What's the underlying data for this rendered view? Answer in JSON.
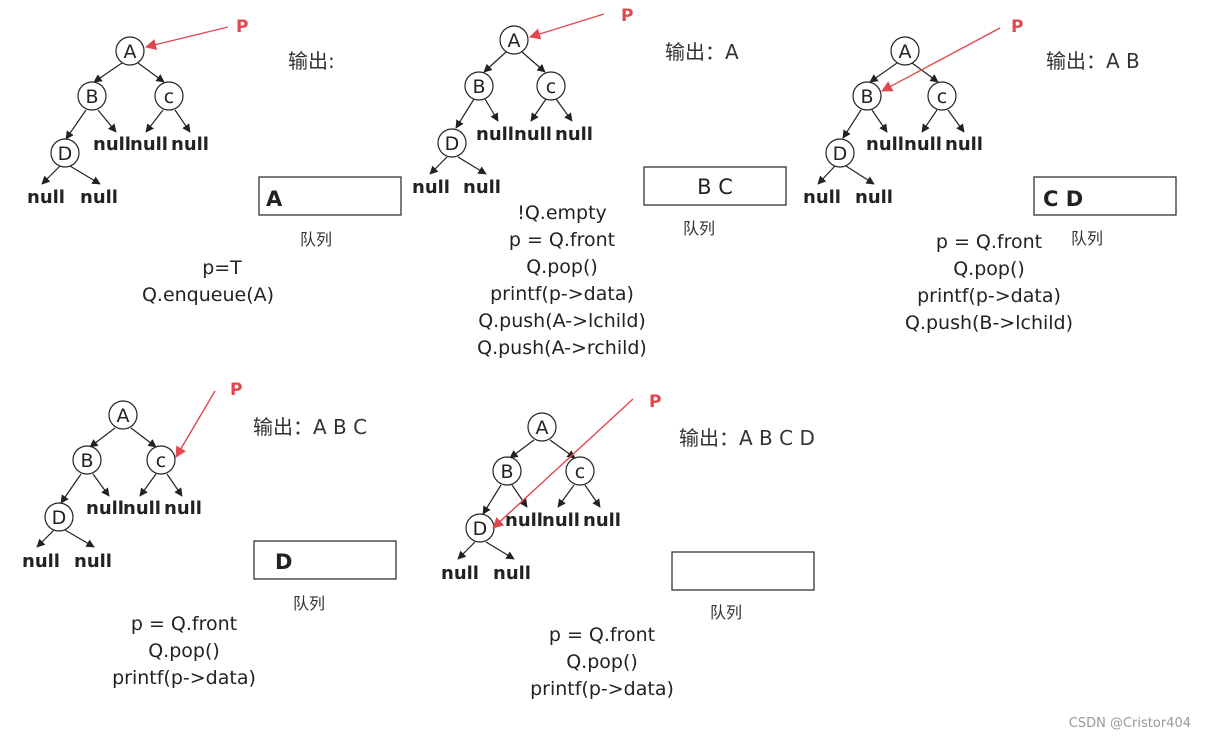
{
  "colors": {
    "pointer": "#e0484e",
    "ink": "#222222",
    "box": "#333333",
    "watermark": "#999999"
  },
  "pointer_label": "P",
  "output_prefix": "输出：",
  "queue_caption": "队列",
  "null_label": "null",
  "watermark": "CSDN @Cristor404",
  "steps": [
    {
      "output": "输出:",
      "queue": "A",
      "code": [
        "p=T",
        "Q.enqueue(A)"
      ],
      "pointer_target": "A"
    },
    {
      "output": "输出：A",
      "queue": "B C",
      "code": [
        "!Q.empty",
        "p = Q.front",
        "Q.pop()",
        "printf(p->data)",
        "Q.push(A->lchild)",
        "Q.push(A->rchild)"
      ],
      "pointer_target": "A"
    },
    {
      "output": "输出：A B",
      "queue": "C D",
      "code": [
        "p = Q.front",
        "Q.pop()",
        "printf(p->data)",
        "Q.push(B->lchild)"
      ],
      "pointer_target": "B"
    },
    {
      "output": "输出：A B C",
      "queue": "D",
      "code": [
        "p = Q.front",
        "Q.pop()",
        "printf(p->data)"
      ],
      "pointer_target": "c"
    },
    {
      "output": "输出：A B C D",
      "queue": "",
      "code": [
        "p = Q.front",
        "Q.pop()",
        "printf(p->data)"
      ],
      "pointer_target": "D"
    }
  ],
  "tree": {
    "nodes": [
      "A",
      "B",
      "c",
      "D"
    ]
  }
}
